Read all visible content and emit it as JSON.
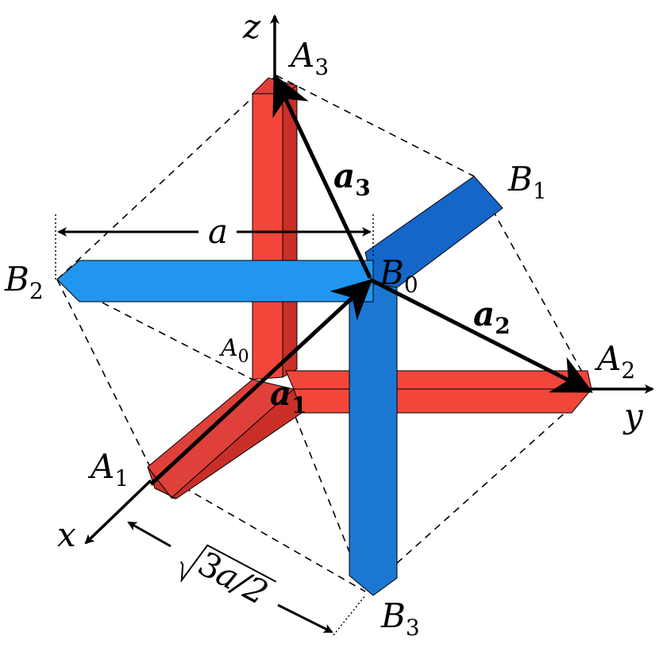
{
  "axes": {
    "x": "x",
    "y": "y",
    "z": "z"
  },
  "points": {
    "A3": {
      "base": "A",
      "sub": "3"
    },
    "B1": {
      "base": "B",
      "sub": "1"
    },
    "B2": {
      "base": "B",
      "sub": "2"
    },
    "B0": {
      "base": "B",
      "sub": "0"
    },
    "A2": {
      "base": "A",
      "sub": "2"
    },
    "A0": {
      "base": "A",
      "sub": "0"
    },
    "A1": {
      "base": "A",
      "sub": "1"
    },
    "B3": {
      "base": "B",
      "sub": "3"
    }
  },
  "vectors": {
    "a1": {
      "base": "a",
      "sub": "1"
    },
    "a2": {
      "base": "a",
      "sub": "2"
    },
    "a3": {
      "base": "a",
      "sub": "3"
    }
  },
  "dimensions": {
    "lattice_constant": "a",
    "distance_prefix": "3",
    "distance_suffix": "a/2"
  },
  "colors": {
    "red_face": "#f2463a",
    "red_side": "#c92f28",
    "red_top": "#e0403a",
    "blue_face": "#2196f0",
    "blue_dark": "#1466c8",
    "blue_mid": "#1a78d2"
  }
}
